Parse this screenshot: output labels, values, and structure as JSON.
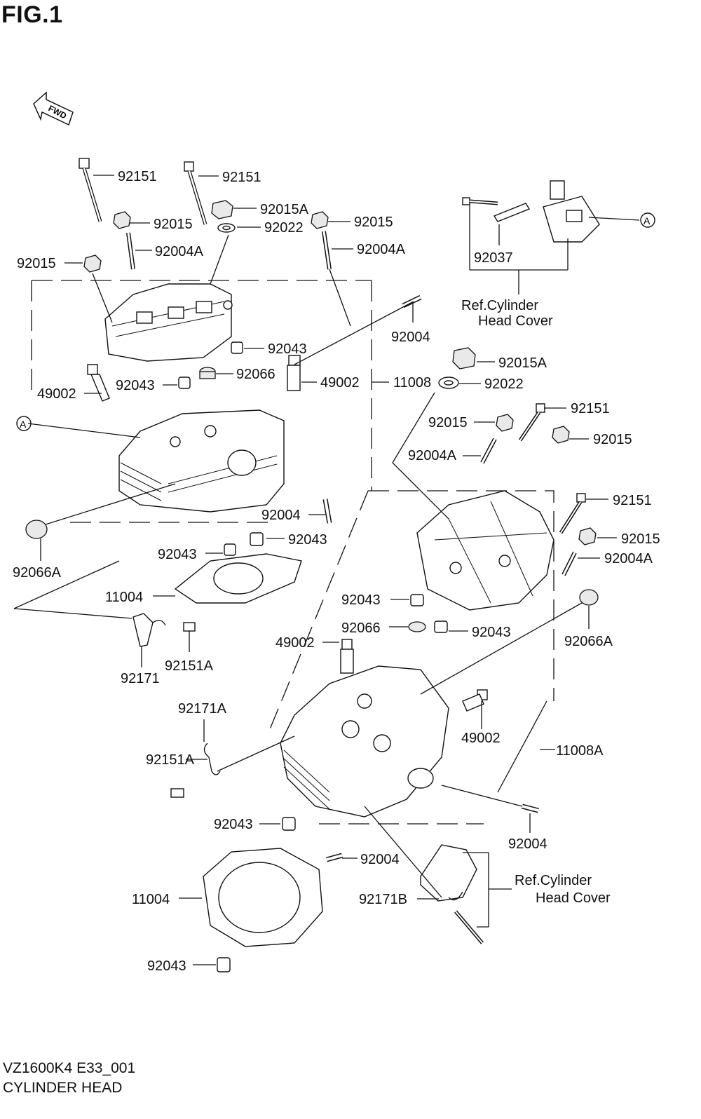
{
  "figure": {
    "title": "FIG.1",
    "fwd": "FWD"
  },
  "callouts": {
    "ref_marker": "A"
  },
  "footer": {
    "code": "VZ1600K4 E33_001",
    "name": "CYLINDER HEAD"
  },
  "labels": [
    {
      "id": "l01",
      "text": "92151"
    },
    {
      "id": "l02",
      "text": "92151"
    },
    {
      "id": "l03",
      "text": "92015A"
    },
    {
      "id": "l04",
      "text": "92015"
    },
    {
      "id": "l05",
      "text": "92022"
    },
    {
      "id": "l06",
      "text": "92015"
    },
    {
      "id": "l07",
      "text": "92004A"
    },
    {
      "id": "l08",
      "text": "92004A"
    },
    {
      "id": "l09",
      "text": "92015"
    },
    {
      "id": "l10",
      "text": "92043"
    },
    {
      "id": "l11",
      "text": "92066"
    },
    {
      "id": "l12",
      "text": "49002"
    },
    {
      "id": "l13",
      "text": "92043"
    },
    {
      "id": "l14",
      "text": "49002"
    },
    {
      "id": "l15",
      "text": "11008"
    },
    {
      "id": "l16",
      "text": "92022"
    },
    {
      "id": "l17",
      "text": "92015A"
    },
    {
      "id": "l18",
      "text": "92004"
    },
    {
      "id": "l19",
      "text": "92037"
    },
    {
      "id": "l20",
      "text": "Ref.Cylinder"
    },
    {
      "id": "l21",
      "text": "Head Cover"
    },
    {
      "id": "l22",
      "text": "92151"
    },
    {
      "id": "l23",
      "text": "92015"
    },
    {
      "id": "l24",
      "text": "92015"
    },
    {
      "id": "l25",
      "text": "92004A"
    },
    {
      "id": "l26",
      "text": "92151"
    },
    {
      "id": "l27",
      "text": "92015"
    },
    {
      "id": "l28",
      "text": "92004A"
    },
    {
      "id": "l29",
      "text": "92004"
    },
    {
      "id": "l30",
      "text": "92043"
    },
    {
      "id": "l31",
      "text": "92043"
    },
    {
      "id": "l32",
      "text": "92066A"
    },
    {
      "id": "l33",
      "text": "11004"
    },
    {
      "id": "l34",
      "text": "92151A"
    },
    {
      "id": "l35",
      "text": "92171"
    },
    {
      "id": "l36",
      "text": "92043"
    },
    {
      "id": "l37",
      "text": "92066"
    },
    {
      "id": "l38",
      "text": "92043"
    },
    {
      "id": "l39",
      "text": "49002"
    },
    {
      "id": "l40",
      "text": "92066A"
    },
    {
      "id": "l41",
      "text": "92171A"
    },
    {
      "id": "l42",
      "text": "49002"
    },
    {
      "id": "l43",
      "text": "92151A"
    },
    {
      "id": "l44",
      "text": "11008A"
    },
    {
      "id": "l45",
      "text": "92043"
    },
    {
      "id": "l46",
      "text": "92004"
    },
    {
      "id": "l47",
      "text": "92004"
    },
    {
      "id": "l48",
      "text": "Ref.Cylinder"
    },
    {
      "id": "l49",
      "text": "Head Cover"
    },
    {
      "id": "l50",
      "text": "92171B"
    },
    {
      "id": "l51",
      "text": "11004"
    },
    {
      "id": "l52",
      "text": "92043"
    }
  ]
}
